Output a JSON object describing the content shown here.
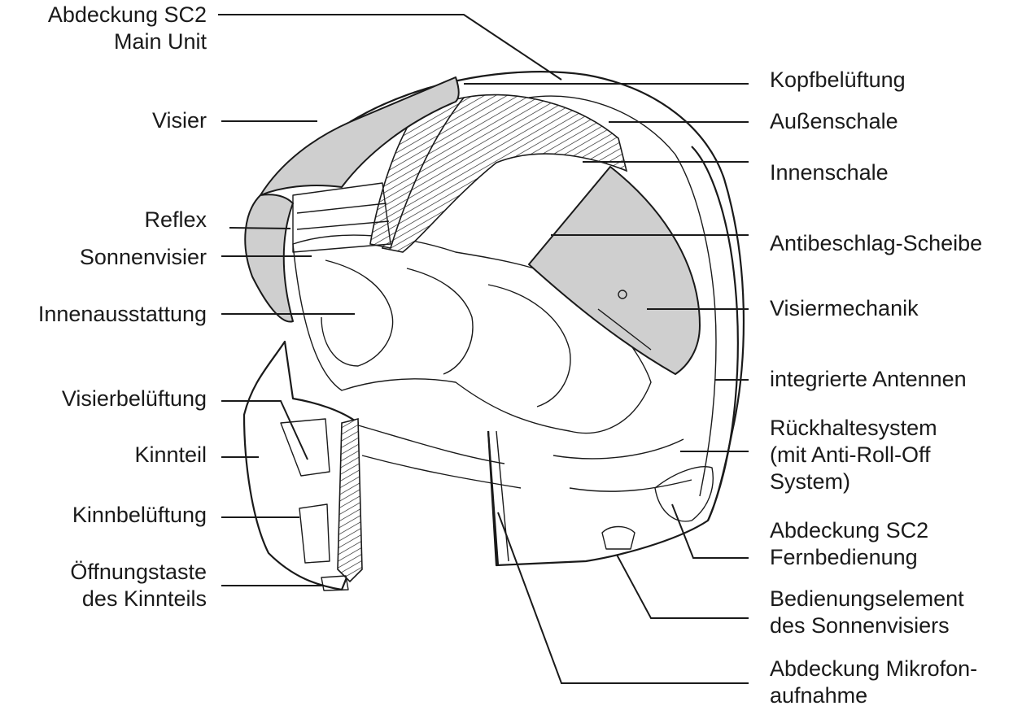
{
  "labels_left": [
    {
      "id": "abdeckung-sc2-main-unit",
      "lines": [
        "Abdeckung SC2",
        "Main Unit"
      ]
    },
    {
      "id": "visier",
      "lines": [
        "Visier"
      ]
    },
    {
      "id": "reflex",
      "lines": [
        "Reflex"
      ]
    },
    {
      "id": "sonnenvisier",
      "lines": [
        "Sonnenvisier"
      ]
    },
    {
      "id": "innenausstattung",
      "lines": [
        "Innenausstattung"
      ]
    },
    {
      "id": "visierbelueftung",
      "lines": [
        "Visierbelüftung"
      ]
    },
    {
      "id": "kinnteil",
      "lines": [
        "Kinnteil"
      ]
    },
    {
      "id": "kinnbelueftung",
      "lines": [
        "Kinnbelüftung"
      ]
    },
    {
      "id": "oeffnungstaste",
      "lines": [
        "Öffnungstaste",
        "des Kinnteils"
      ]
    }
  ],
  "labels_right": [
    {
      "id": "kopfbelueftung",
      "lines": [
        "Kopfbelüftung"
      ]
    },
    {
      "id": "aussenschale",
      "lines": [
        "Außenschale"
      ]
    },
    {
      "id": "innenschale",
      "lines": [
        "Innenschale"
      ]
    },
    {
      "id": "antibeschlag-scheibe",
      "lines": [
        "Antibeschlag-Scheibe"
      ]
    },
    {
      "id": "visiermechanik",
      "lines": [
        "Visiermechanik"
      ]
    },
    {
      "id": "integrierte-antennen",
      "lines": [
        "integrierte Antennen"
      ]
    },
    {
      "id": "rueckhaltesystem",
      "lines": [
        "Rückhaltesystem",
        "(mit Anti-Roll-Off",
        "System)"
      ]
    },
    {
      "id": "abdeckung-sc2-fernbedienung",
      "lines": [
        "Abdeckung SC2",
        "Fernbedienung"
      ]
    },
    {
      "id": "bedienungselement-sonnenvisier",
      "lines": [
        "Bedienungselement",
        "des Sonnenvisiers"
      ]
    },
    {
      "id": "abdeckung-mikrofonaufnahme",
      "lines": [
        "Abdeckung Mikrofon-",
        "aufnahme"
      ]
    }
  ]
}
